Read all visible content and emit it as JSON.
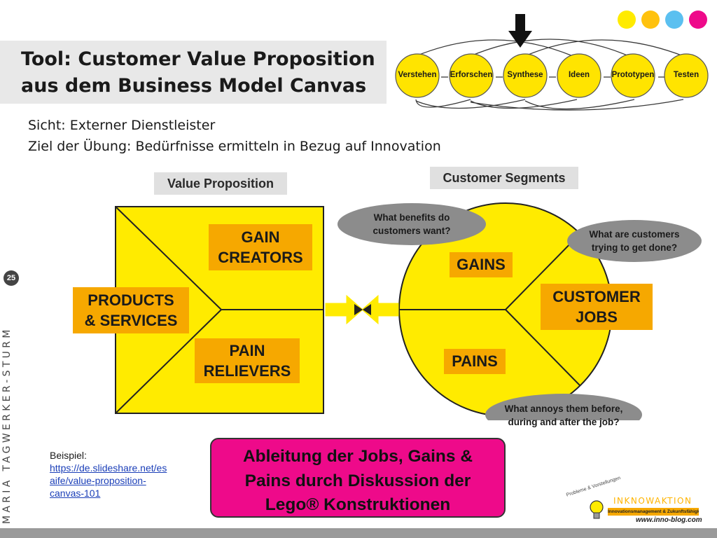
{
  "title": {
    "line1": "Tool: Customer Value Proposition",
    "line2": "aus dem Business Model Canvas"
  },
  "subtitle": {
    "line1": "Sicht: Externer Dienstleister",
    "line2": "Ziel der Übung: Bedürfnisse ermitteln in Bezug auf Innovation"
  },
  "process": {
    "stages": [
      "Verstehen",
      "Erforschen",
      "Synthese",
      "Ideen",
      "Prototypen",
      "Testen"
    ],
    "highlighted": "Synthese"
  },
  "dots": {
    "colors": [
      "#ffeb00",
      "#ffc20e",
      "#5bc0f0",
      "#ee0a8a"
    ]
  },
  "canvas": {
    "value_proposition_label": "Value Proposition",
    "customer_segments_label": "Customer Segments",
    "gain_creators": {
      "line1": "GAIN",
      "line2": "CREATORS"
    },
    "products_services": {
      "line1": "PRODUCTS",
      "line2": "& SERVICES"
    },
    "pain_relievers": {
      "line1": "PAIN",
      "line2": "RELIEVERS"
    },
    "gains": "GAINS",
    "customer_jobs": {
      "line1": "CUSTOMER",
      "line2": "JOBS"
    },
    "pains": "PAINS",
    "bubble_benefits": {
      "line1": "What benefits do",
      "line2": "customers want?"
    },
    "bubble_jobs": {
      "line1": "What are customers",
      "line2": "trying to get done?"
    },
    "bubble_annoys": {
      "line1": "What annoys them before,",
      "line2": "during and after the job?"
    }
  },
  "slide_number": "25",
  "side_text": "MARIA TAGWERKER-STURM",
  "example": {
    "label": "Beispiel:",
    "link_line1": "https://de.slideshare.net/es",
    "link_line2": "aife/value-proposition-",
    "link_line3": "canvas-101"
  },
  "cta": {
    "line1": "Ableitung der Jobs, Gains &",
    "line2": "Pains durch Diskussion der",
    "line3": "Lego® Konstruktionen"
  },
  "logo": {
    "script_text": "Probleme & Vorstellungen",
    "name": "INKNOWAKTION",
    "tagline": "Innovationsmanagement & Zukunftsfähigkeit",
    "url": "www.inno-blog.com"
  },
  "colors": {
    "accent_yellow": "#ffeb00",
    "orange": "#f6a800",
    "magenta": "#ee0a8a",
    "bubble_gray": "#8c8c8c"
  }
}
